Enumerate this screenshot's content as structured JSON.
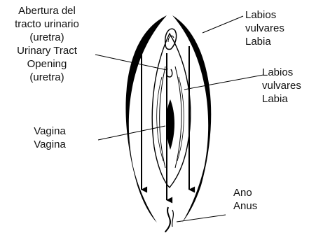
{
  "diagram": {
    "stroke_color": "#000000",
    "background": "#ffffff",
    "arrow_count": 3,
    "labels": {
      "urethra": {
        "es_line1": "Abertura del",
        "es_line2": "tracto urinario",
        "es_line3": "(uretra)",
        "en_line1": "Urinary Tract",
        "en_line2": "Opening",
        "en_line3": "(uretra)"
      },
      "outer_labia": {
        "line1": "Labios",
        "line2": "vulvares",
        "line3": "Labia"
      },
      "inner_labia": {
        "line1": "Labios",
        "line2": "vulvares",
        "line3": "Labia"
      },
      "vagina": {
        "line1": "Vagina",
        "line2": "Vagina"
      },
      "anus": {
        "line1": "Ano",
        "line2": "Anus"
      }
    }
  }
}
